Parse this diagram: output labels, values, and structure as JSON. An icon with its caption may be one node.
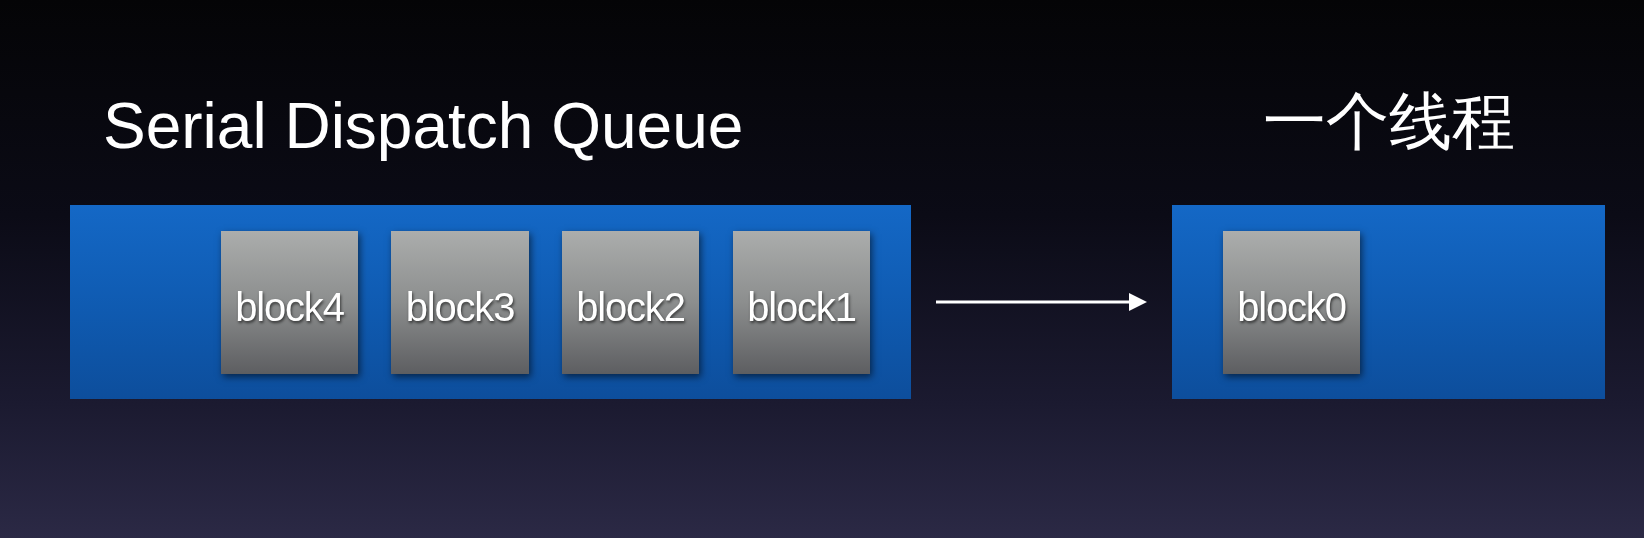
{
  "diagram": {
    "nodes": [
      {
        "text": [
          "Serial Dispatch Queue"
        ]
      },
      {
        "text": [
          "block4"
        ],
        "in": 0
      },
      {
        "text": [
          "block3"
        ],
        "in": 0
      },
      {
        "text": [
          "block2"
        ],
        "in": 0
      },
      {
        "text": [
          "block1"
        ],
        "in": 0
      },
      {
        "text": [
          "一个线程"
        ]
      },
      {
        "text": [
          "block0"
        ],
        "in": 5
      }
    ],
    "edges": [
      {
        "from": 0,
        "to": 5,
        "arrow": "to"
      }
    ]
  }
}
